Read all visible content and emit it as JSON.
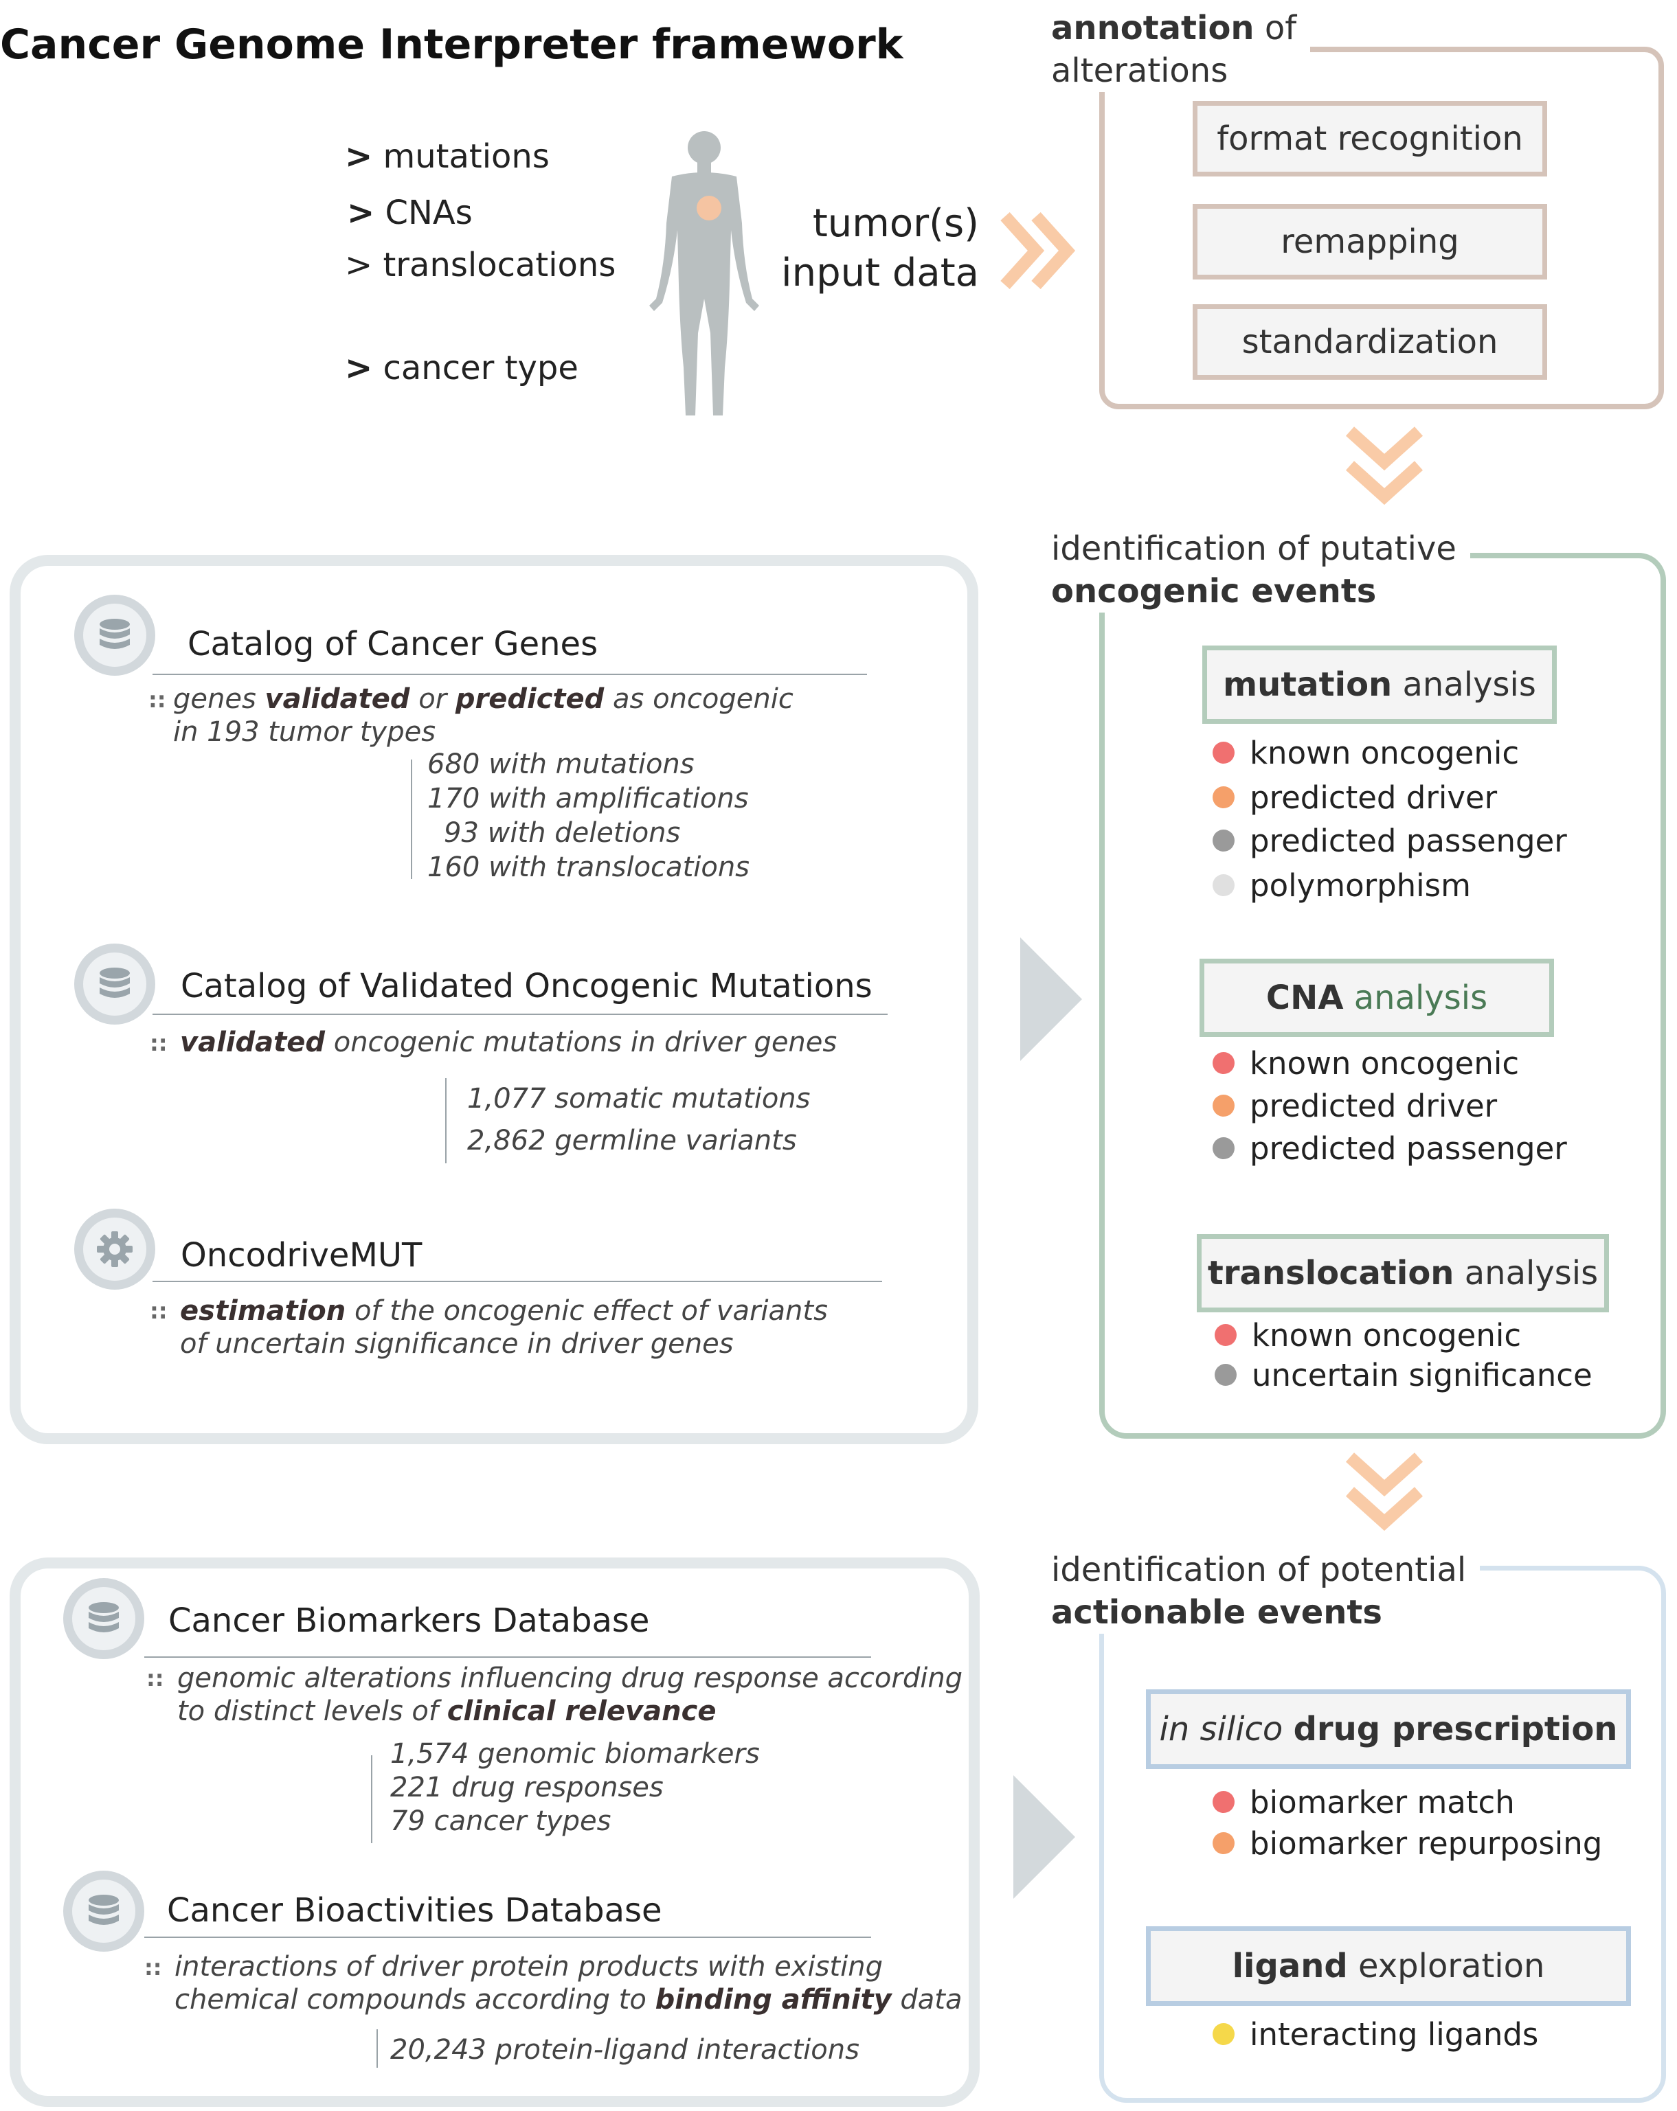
{
  "title": "Cancer Genome Interpreter framework",
  "inputs": {
    "items": [
      {
        "prefix": ">",
        "label": "mutations"
      },
      {
        "prefix": ">",
        "label": "CNAs"
      },
      {
        "prefix": ">",
        "label": "translocations"
      },
      {
        "prefix": ">",
        "label": "cancer type"
      }
    ],
    "tumor_line1": "tumor(s)",
    "tumor_line2": "input data"
  },
  "colors": {
    "annotation": "#d5c3b9",
    "oncogenic": "#b3ccbb",
    "actionable": "#d4e2ee",
    "catalog_panel": "#e3e8ea",
    "chevron": "#f9cba7",
    "known": "#f07070",
    "predicted_driver": "#f5a06a",
    "predicted_passenger": "#9a9a9a",
    "polymorphism": "#e0e0e0",
    "interacting_ligands": "#f5d84a"
  },
  "annotation": {
    "header_bold": "annotation",
    "header_rest": " of",
    "header_line2": "alterations",
    "steps": [
      "format recognition",
      "remapping",
      "standardization"
    ]
  },
  "oncogenic": {
    "header_line1": "identification of putative",
    "header_line2": "oncogenic events",
    "mutation": {
      "title_bold": "mutation",
      "title_rest": " analysis",
      "legend": [
        "known oncogenic",
        "predicted driver",
        "predicted passenger",
        "polymorphism"
      ]
    },
    "cna": {
      "title_bold": "CNA",
      "title_rest": " analysis",
      "legend": [
        "known oncogenic",
        "predicted driver",
        "predicted passenger"
      ]
    },
    "translocation": {
      "title_bold": "translocation",
      "title_rest": " analysis",
      "legend": [
        "known oncogenic",
        "uncertain significance"
      ]
    }
  },
  "catalogs": {
    "cancer_genes": {
      "title": "Catalog of Cancer Genes",
      "icon": "database-icon",
      "desc_a": "genes ",
      "desc_b": "validated",
      "desc_c": " or ",
      "desc_d": "predicted",
      "desc_e": " as oncogenic",
      "desc_line2": "in 193 tumor types",
      "stats": [
        "680 with mutations",
        "170 with amplifications",
        "93 with deletions",
        "160 with translocations"
      ]
    },
    "validated_mutations": {
      "title": "Catalog of Validated Oncogenic Mutations",
      "icon": "database-icon",
      "desc_bold": "validated",
      "desc_rest": " oncogenic mutations in driver genes",
      "stats": [
        "1,077 somatic mutations",
        "2,862 germline variants"
      ]
    },
    "oncodrivemut": {
      "title": "OncodriveMUT",
      "icon": "gear-icon",
      "desc_bold": "estimation",
      "desc_rest": " of the oncogenic effect of variants",
      "desc_line2": "of uncertain significance in driver genes"
    }
  },
  "actionable": {
    "header_line1": "identification of potential",
    "header_line2": "actionable events",
    "drug": {
      "title_italic": "in silico",
      "title_bold": "drug prescription",
      "legend": [
        "biomarker match",
        "biomarker repurposing"
      ]
    },
    "ligand": {
      "title_bold": "ligand",
      "title_rest": " exploration",
      "legend": [
        "interacting ligands"
      ]
    }
  },
  "databases": {
    "biomarkers": {
      "title": "Cancer Biomarkers Database",
      "icon": "database-icon",
      "desc_line1": "genomic alterations influencing drug response according",
      "desc_line2a": "to distinct levels of ",
      "desc_line2b": "clinical relevance",
      "stats": [
        "1,574 genomic biomarkers",
        "221 drug responses",
        "79 cancer types"
      ]
    },
    "bioactivities": {
      "title": "Cancer Bioactivities Database",
      "icon": "database-icon",
      "desc_line1": "interactions of driver protein products with existing",
      "desc_line2a": "chemical compounds according to ",
      "desc_line2b": "binding affinity",
      "desc_line2c": " data",
      "stats": [
        "20,243 protein-ligand interactions"
      ]
    }
  }
}
